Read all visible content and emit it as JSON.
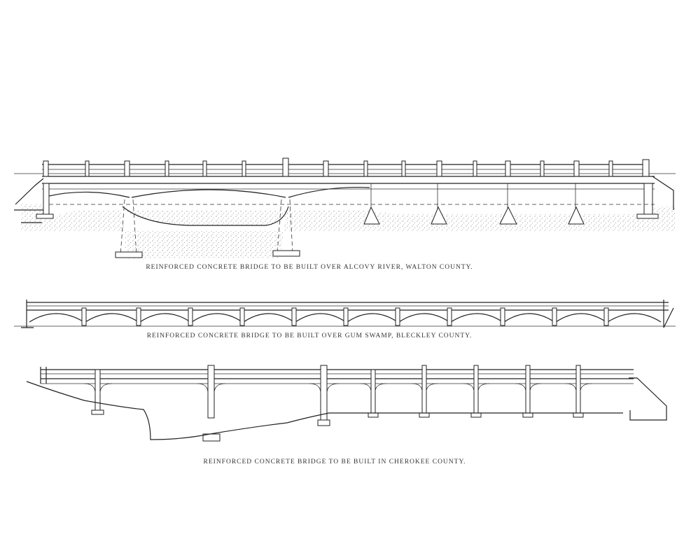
{
  "drawings": [
    {
      "caption": "REINFORCED CONCRETE BRIDGE TO BE BUILT OVER ALCOVY RIVER, WALTON COUNTY."
    },
    {
      "caption": "REINFORCED CONCRETE BRIDGE TO BE BUILT OVER GUM SWAMP, BLECKLEY COUNTY."
    },
    {
      "caption": "REINFORCED CONCRETE BRIDGE TO BE BUILT IN CHEROKEE COUNTY."
    }
  ]
}
